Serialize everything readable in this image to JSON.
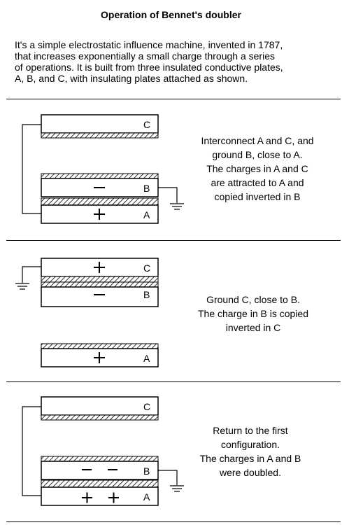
{
  "title": "Operation of Bennet's doubler",
  "intro": [
    "It's a simple electrostatic influence machine, invented in 1787,",
    "that increases exponentially a small charge through a series",
    "of operations. It is built from three insulated conductive plates,",
    "A, B, and C, with insulating plates attached as shown."
  ],
  "plate_labels": {
    "a": "A",
    "b": "B",
    "c": "C"
  },
  "steps": [
    {
      "text": [
        "Interconnect A and C, and",
        "ground B, close to A.",
        "The charges in A and C",
        "are attracted to A and",
        "copied inverted in B"
      ],
      "charges": {
        "c": "",
        "b": "−",
        "a": "+"
      }
    },
    {
      "text": [
        "Ground C, close to B.",
        "The charge in B is copied",
        "inverted in C"
      ],
      "charges": {
        "c": "+",
        "b": "−",
        "a": "+"
      }
    },
    {
      "text": [
        "Return to the first",
        "configuration.",
        "The charges in A and B",
        "were doubled."
      ],
      "charges": {
        "c": "",
        "b": "− −",
        "a": "+ +"
      }
    }
  ]
}
